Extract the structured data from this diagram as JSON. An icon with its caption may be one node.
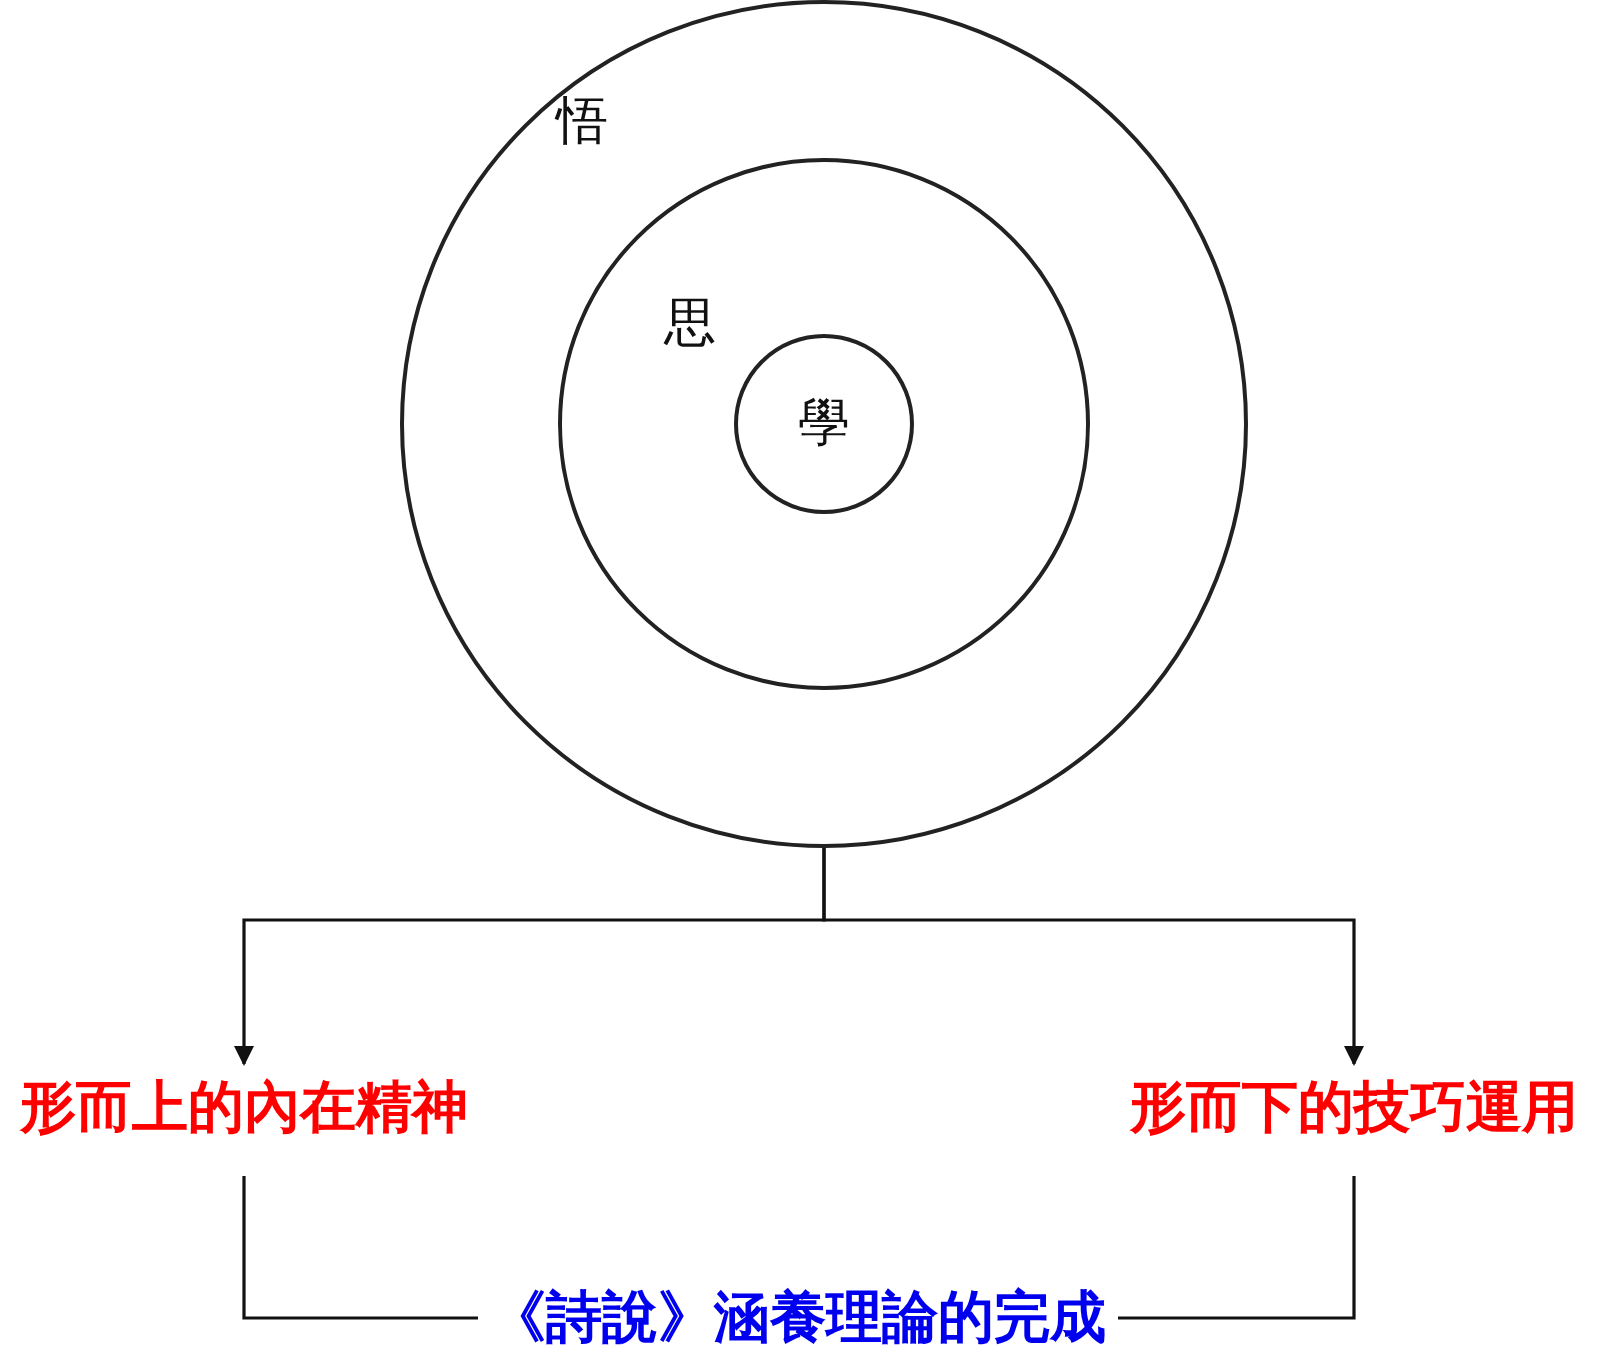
{
  "diagram": {
    "nodes": [
      {
        "text": [
          "悟"
        ]
      },
      {
        "text": [
          "思"
        ],
        "in": 0
      },
      {
        "text": [
          "學"
        ],
        "in": 1
      },
      {
        "text": [
          "形而上的內在精神"
        ]
      },
      {
        "text": [
          "形而下的技巧運用"
        ]
      },
      {
        "text": [
          "《詩說》涵養理論的完成"
        ]
      }
    ],
    "edges": [
      {
        "from": 0,
        "to": 3,
        "arrow": "to"
      },
      {
        "from": 0,
        "to": 4,
        "arrow": "to"
      },
      {
        "from": 3,
        "to": 5,
        "arrow": "none"
      },
      {
        "from": 4,
        "to": 5,
        "arrow": "none"
      }
    ]
  }
}
